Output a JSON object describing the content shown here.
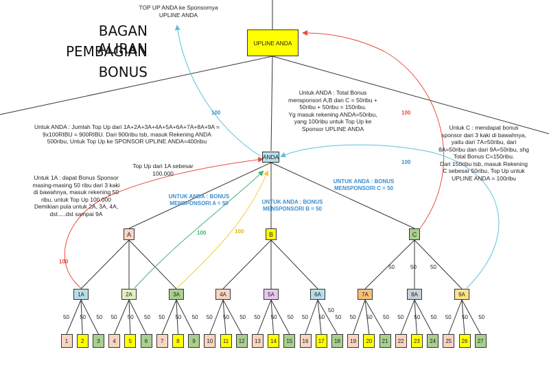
{
  "title": {
    "line1": "BAGAN ALIRAN",
    "line2": "PEMBAGIAN",
    "line3": "BONUS"
  },
  "notes": {
    "top_up_sponsor": "TOP UP ANDA ke Sponsornya\nUPLINE ANDA",
    "anda_total": "Untuk ANDA : Total Bonus\nmensponsori A,B dan C = 50ribu +\n50ribu + 50ribu = 150ribu.\nYg masuk rekening ANDA=50ribu,\nyang 100ribu untuk Top Up ke\nSponsor UPLINE ANDA",
    "anda_topup": "Untuk ANDA : Jumlah Top Up dari 1A+2A+3A+4A+5A+6A+7A+8A+9A =\n9x100RIBU = 900RIBU. Dari 900ribu tsb, masuk Rekening ANDA\n500ribu, Untuk Top Up ke SPONSOR UPLINE ANDA=400ribu",
    "c_note": "Untuk C : mendapat bonus\nsponsor dari 3 kaki di bawahnya,\nyaitu dari 7A=50ribu, dari\n8A=50ribu dan dari 9A=50ribu, shg\nTotal Bonus C=150ribu.\nDari 150ribu tsb, masuk Rekening\nC sebesar 50ribu, Top Up untuk\nUPLINE ANDA = 100ribu",
    "one_a_note": "Untuk 1A : dapat Bonus Sponsor\nmasing-masing 50 ribu dari 3 kaki\ndi bawahnya, masuk rekening 50\nribu, untuk Top Up 100.000\nDemikian pula untuk 2A, 3A, 4A,\ndst.....dst sampai 9A",
    "top_up_1a": "Top Up dari 1A sebesar\n100.000",
    "bonus_a": "UNTUK ANDA : BONUS\nMENSPONSORI A = 50",
    "bonus_b": "UNTUK ANDA : BONUS\nMENSPONSORI B = 50",
    "bonus_c": "UNTUK ANDA : BONUS\nMENSPONSORI C = 50"
  },
  "nodes": {
    "upline": "UPLINE ANDA",
    "anda": "ANDA",
    "level1": [
      "A",
      "B",
      "C"
    ],
    "level2": [
      "1A",
      "2A",
      "3A",
      "4A",
      "5A",
      "6A",
      "7A",
      "8A",
      "9A"
    ],
    "level3": [
      "1",
      "2",
      "3",
      "4",
      "5",
      "6",
      "7",
      "8",
      "9",
      "10",
      "11",
      "12",
      "13",
      "14",
      "15",
      "16",
      "17",
      "18",
      "19",
      "20",
      "21",
      "22",
      "23",
      "24",
      "25",
      "26",
      "27"
    ]
  },
  "edge_labels": {
    "fifty": "50",
    "hundred": "100"
  },
  "colors": {
    "upline": "#ffff00",
    "anda": "#b7dde8",
    "pink": "#f8d5c2",
    "yellow": "#ffff00",
    "green": "#a9d08e",
    "blue_arrow": "#5bc0de",
    "red_arrow": "#e84c3d",
    "green_arrow": "#3cb371",
    "yellow_arrow": "#f0d040"
  }
}
